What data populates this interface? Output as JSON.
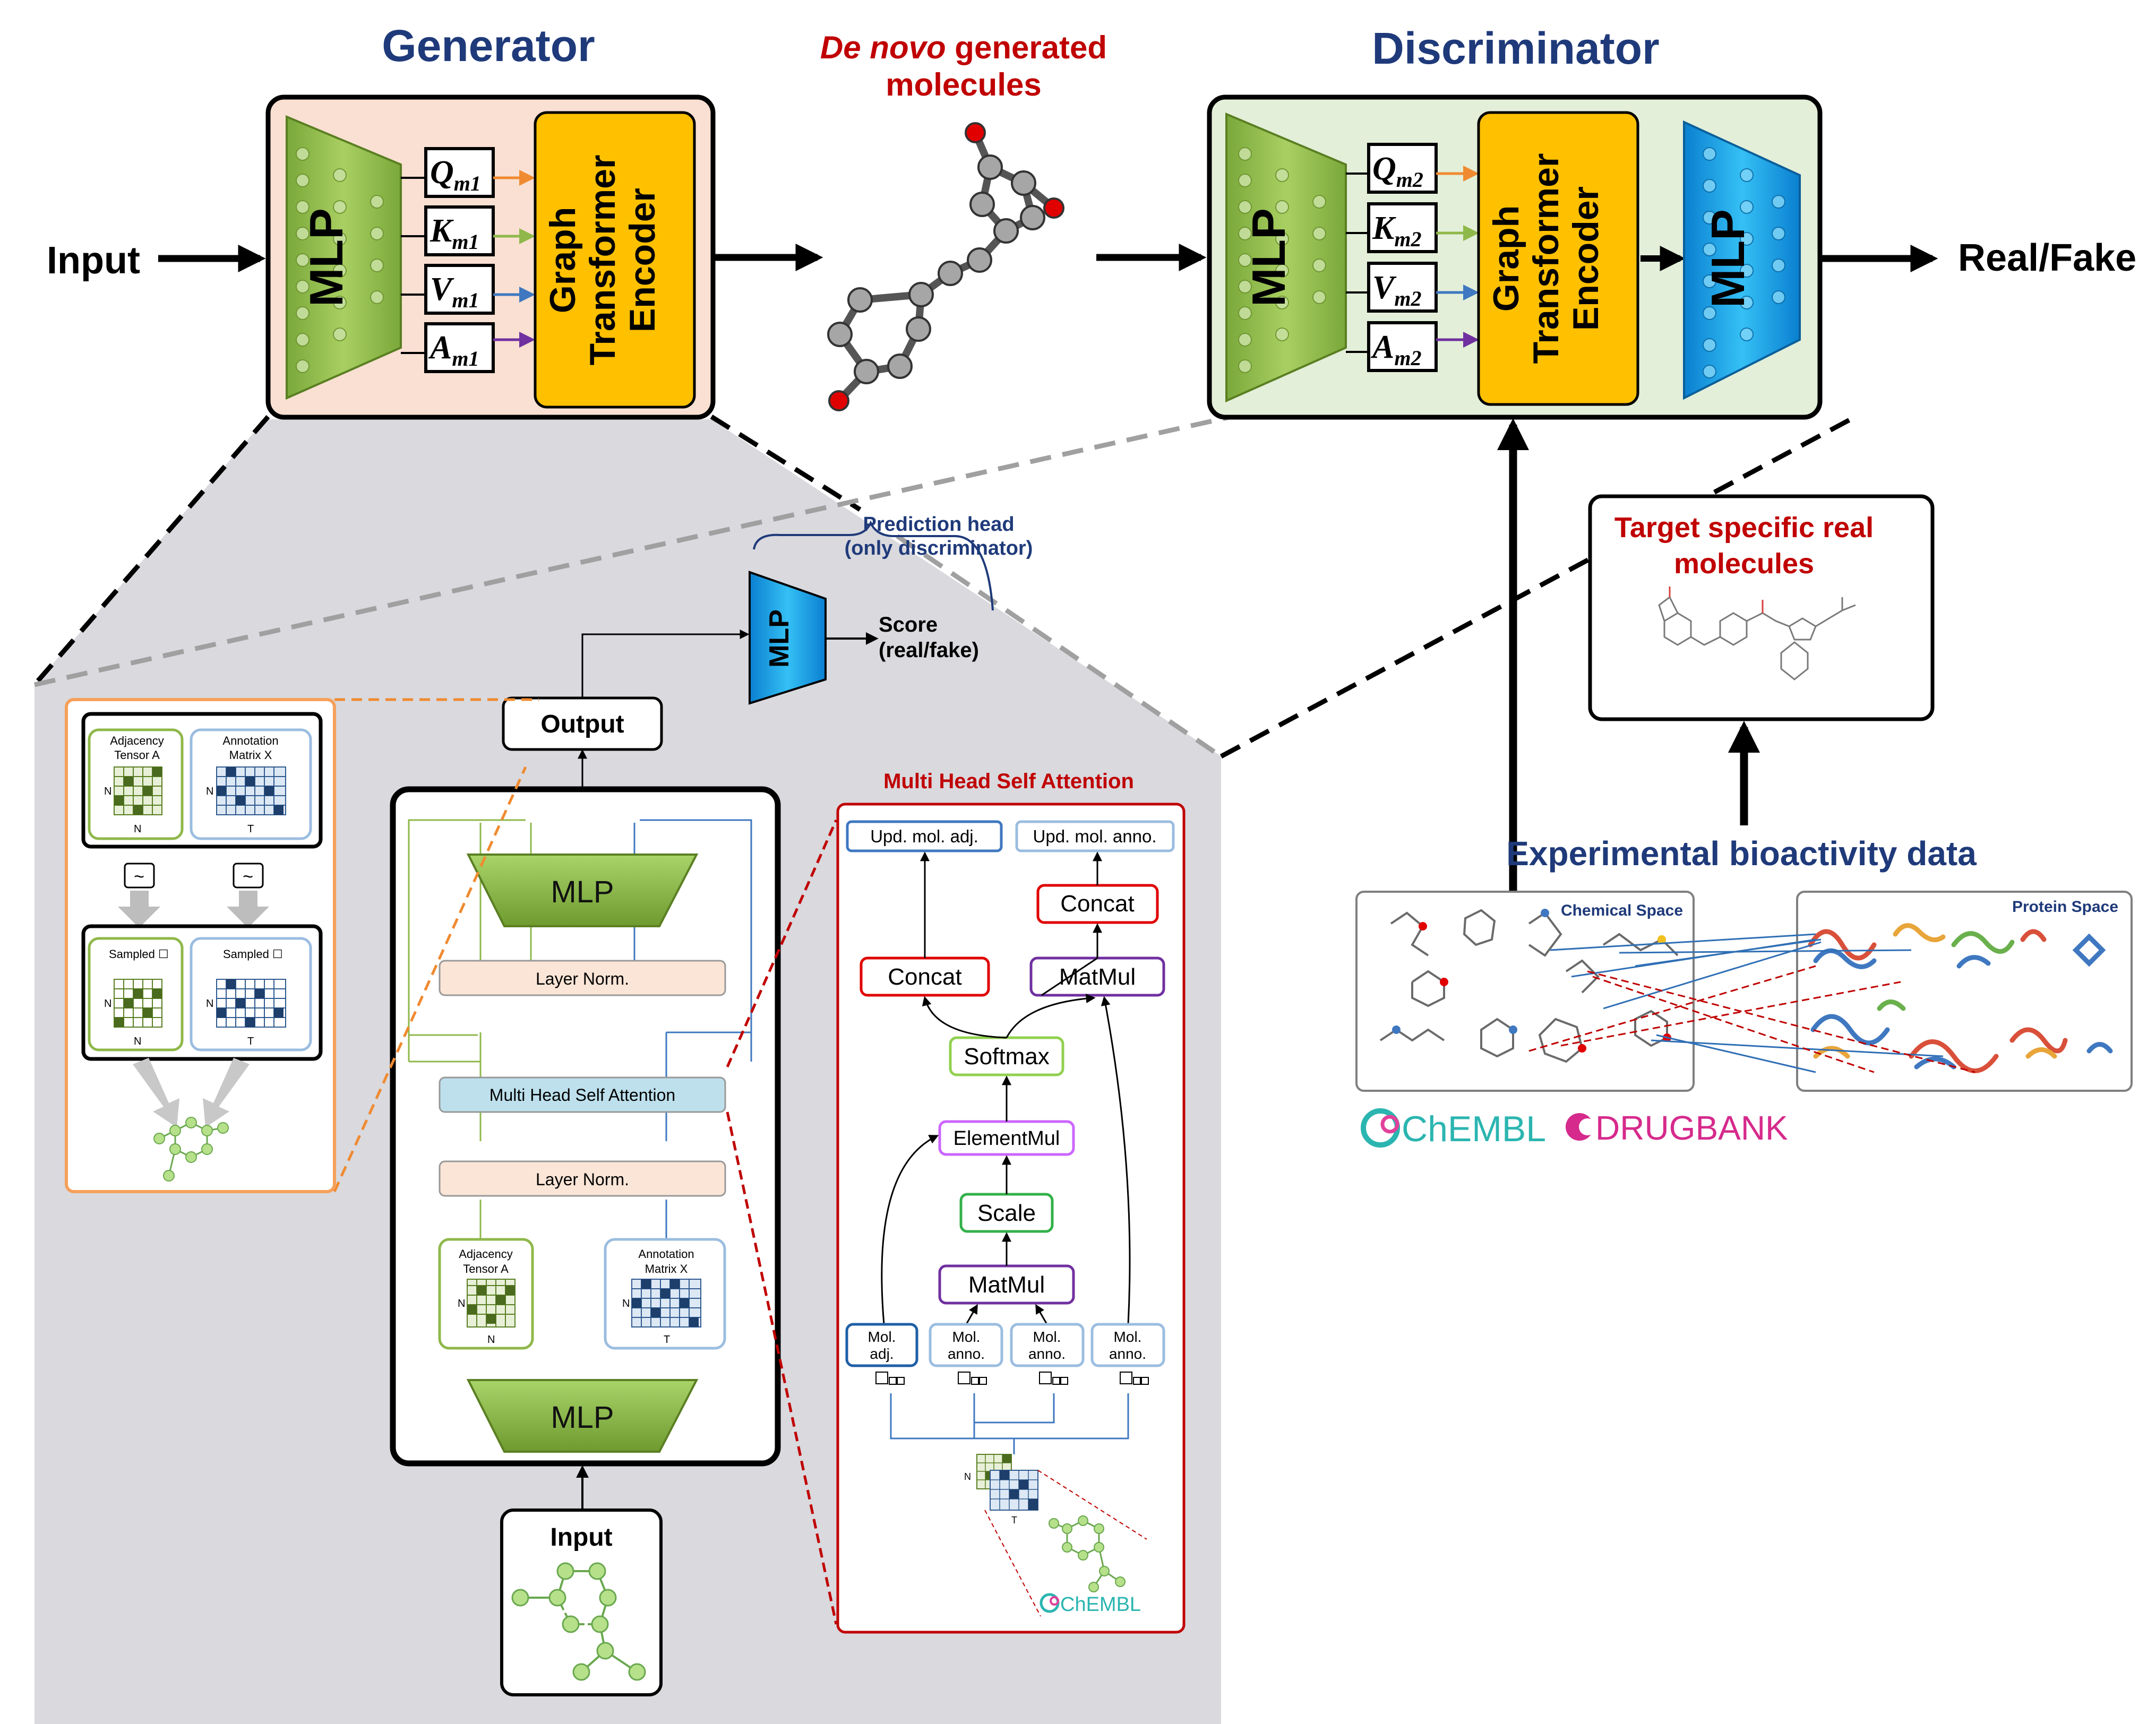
{
  "generator": {
    "title": "Generator",
    "mlp": "MLP",
    "q_letter": "Q",
    "k_letter": "K",
    "v_letter": "V",
    "a_letter": "A",
    "sub": "m1",
    "encoder_line1": "Graph",
    "encoder_line2": "Transformer",
    "encoder_line3": "Encoder"
  },
  "discriminator": {
    "title": "Discriminator",
    "mlp": "MLP",
    "sub": "m2",
    "encoder_line1": "Graph",
    "encoder_line2": "Transformer",
    "encoder_line3": "Encoder",
    "mlp_out": "MLP"
  },
  "flow": {
    "input": "Input",
    "real_fake": "Real/Fake",
    "denovo_italic": "De novo",
    "denovo_rest": " generated",
    "denovo_line2": "molecules"
  },
  "target": {
    "line1": "Target specific real",
    "line2": "molecules"
  },
  "bioactivity": {
    "title": "Experimental bioactivity data",
    "chemical_space": "Chemical Space",
    "protein_space": "Protein Space",
    "chembl": "ChEMBL",
    "drugbank": "DRUGBANK"
  },
  "detail": {
    "prediction_head_line1": "Prediction head",
    "prediction_head_line2": "(only discriminator)",
    "score_line1": "Score",
    "score_line2": "(real/fake)",
    "mlp_small": "MLP",
    "output": "Output",
    "input": "Input",
    "mlp_top": "MLP",
    "mlp_bottom": "MLP",
    "layer_norm_top": "Layer Norm.",
    "layer_norm_bottom": "Layer Norm.",
    "mhsa_block": "Multi Head Self Attention",
    "adjacency_line1": "Adjacency",
    "adjacency_line2": "Tensor A",
    "annotation_line1": "Annotation",
    "annotation_line2": "Matrix X",
    "n_label": "N",
    "t_label": "T"
  },
  "sampling": {
    "adjacency_line1": "Adjacency",
    "adjacency_line2": "Tensor A",
    "annotation_line1": "Annotation",
    "annotation_line2": "Matrix X",
    "tilde": "~",
    "sampled": "Sampled",
    "n_label": "N",
    "t_label": "T"
  },
  "mhsa": {
    "title": "Multi Head Self Attention",
    "upd_adj": "Upd. mol. adj.",
    "upd_anno": "Upd. mol. anno.",
    "concat": "Concat",
    "matmul": "MatMul",
    "softmax": "Softmax",
    "elementmul": "ElementMul",
    "scale": "Scale",
    "mol_adj_line1": "Mol.",
    "mol_adj_line2": "adj.",
    "mol_anno_line1": "Mol.",
    "mol_anno_line2": "anno.",
    "chembl": "ChEMBL"
  },
  "colors": {
    "navy": "#1f3a7a",
    "dark_red": "#c00000",
    "mlp_green": "#8fb84a",
    "mlp_blue": "#1aa3e8",
    "encoder_yellow": "#ffc000",
    "gen_bg": "#f9e0d2",
    "disc_bg": "#e3efd9",
    "detail_gray": "#d9d9de",
    "orange": "#f5a05a",
    "red_box": "#e00000",
    "purple": "#7030a0",
    "green_box": "#33b14a",
    "light_green": "#92d050",
    "magenta": "#cc66ff",
    "layernorm_bg": "#fbe5d6",
    "mhsa_bg": "#bde0ec"
  }
}
